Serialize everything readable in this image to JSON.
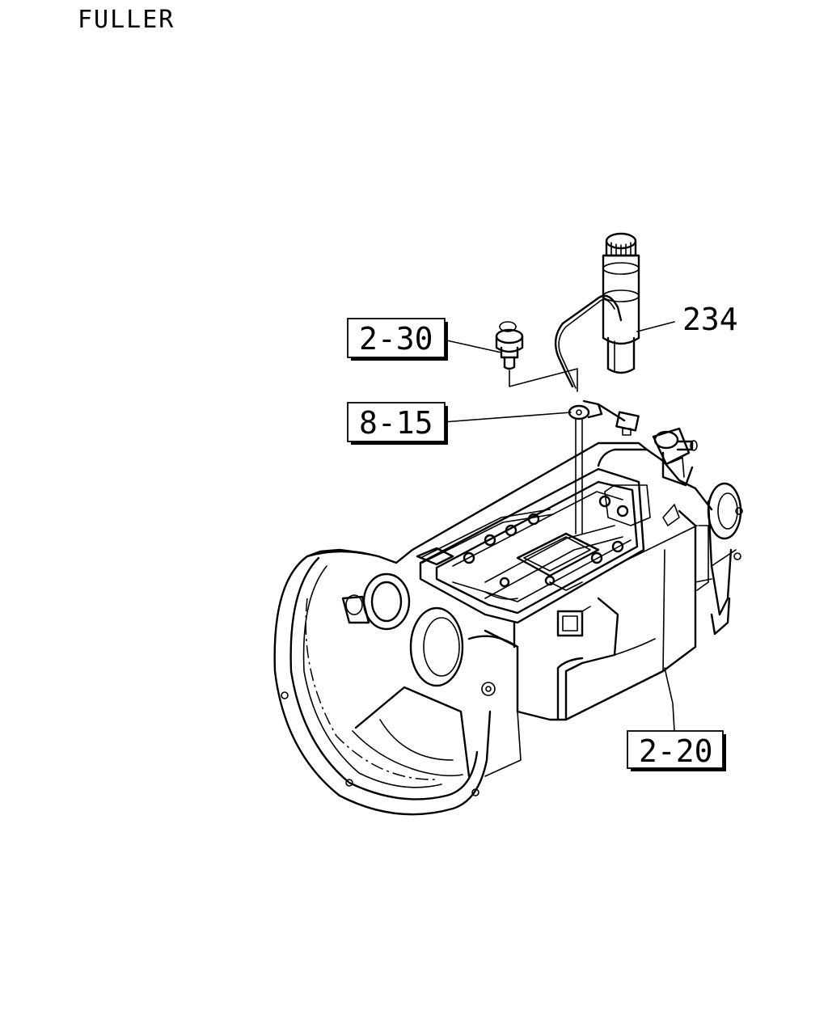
{
  "title": "FULLER",
  "callouts": {
    "ref_2_30": "2-30",
    "ref_8_15": "8-15",
    "ref_2_20": "2-20",
    "part_234": "234"
  },
  "colors": {
    "ink": "#000000",
    "paper": "#ffffff"
  }
}
